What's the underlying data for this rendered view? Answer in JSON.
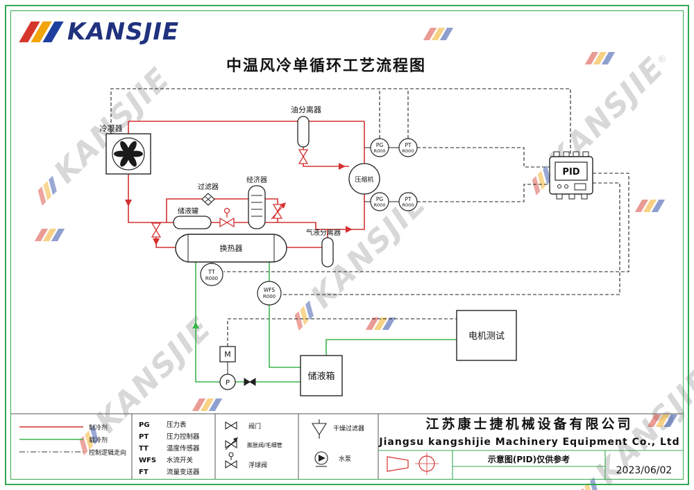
{
  "page": {
    "title": "中温风冷单循环工艺流程图"
  },
  "logo": {
    "text": "KANSJIE"
  },
  "watermark": {
    "text": "KANSJIE",
    "reg": "®"
  },
  "diagram": {
    "labels": {
      "condenser": "冷凝器",
      "oil_separator": "油分离器",
      "compressor": "压缩机",
      "filter": "过滤器",
      "economizer": "经济器",
      "receiver": "储液罐",
      "heat_exchanger": "换热器",
      "gas_liquid_separator": "气液分离器",
      "motor_test": "电机测试",
      "storage_tank": "储液箱",
      "motor": "M",
      "pump": "P",
      "pid": "PID"
    },
    "instruments": {
      "pg1": {
        "type": "PG",
        "tag": "R000"
      },
      "pt1": {
        "type": "PT",
        "tag": "R000"
      },
      "pg2": {
        "type": "PG",
        "tag": "R000"
      },
      "pt2": {
        "type": "PT",
        "tag": "R000"
      },
      "tt": {
        "type": "TT",
        "tag": "R000"
      },
      "wfs": {
        "type": "WFS",
        "tag": "R000"
      }
    },
    "colors": {
      "refrigerant": "#d43030",
      "coolant": "#3bb54a",
      "control": "#222222",
      "frame": "#35a853",
      "company_yellow": "#c9b900"
    }
  },
  "legend": {
    "line_types": [
      {
        "label": "制冷剂"
      },
      {
        "label": "载冷剂"
      },
      {
        "label": "控制逻辑走向"
      }
    ],
    "abbreviations": [
      {
        "abbr": "PG",
        "label": "压力表"
      },
      {
        "abbr": "PT",
        "label": "压力控制器"
      },
      {
        "abbr": "TT",
        "label": "温度传感器"
      },
      {
        "abbr": "WFS",
        "label": "水流开关"
      },
      {
        "abbr": "FT",
        "label": "流量变送器"
      }
    ],
    "symbols": [
      {
        "label": "阀门"
      },
      {
        "label": "膨胀阀/毛细管"
      },
      {
        "label": "浮球阀"
      },
      {
        "label": "干燥过滤器"
      },
      {
        "label": "水泵"
      }
    ]
  },
  "titleblock": {
    "company_cn": "江苏康士捷机械设备有限公司",
    "company_en": "Jiangsu kangshijie Machinery Equipment Co., Ltd",
    "note": "示意图(PID)仅供参考",
    "date": "2023/06/02"
  }
}
